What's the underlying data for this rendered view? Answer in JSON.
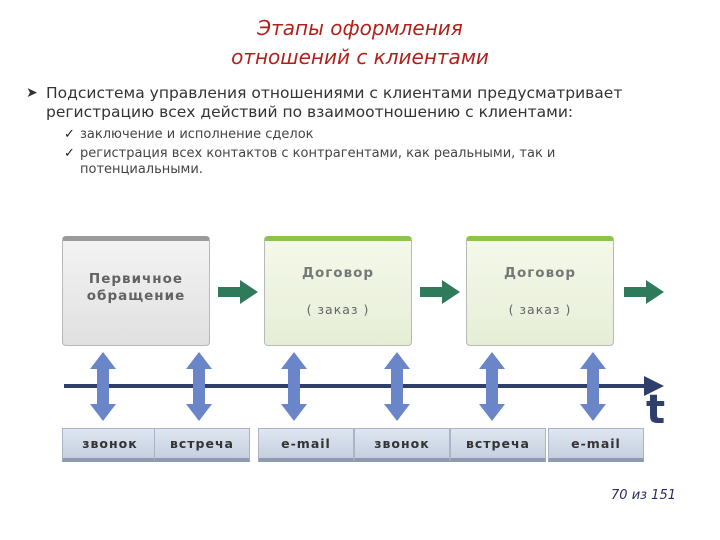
{
  "title": {
    "line1": "Этапы оформления",
    "line2": "отношений с клиентами"
  },
  "intro": {
    "bullet_icon": "arrow-bullet-icon",
    "text": "Подсистема управления отношениями с клиентами предусматривает регистрацию всех действий по взаимоотношению с клиентами:"
  },
  "checklist": [
    "заключение и исполнение сделок",
    "регистрация всех контактов с контрагентами, как реальными, так и потенциальными."
  ],
  "stages": [
    {
      "name_line1": "Первичное",
      "name_line2": "обращение",
      "sub": ""
    },
    {
      "name_line1": "Договор",
      "name_line2": "",
      "sub": "( заказ )"
    },
    {
      "name_line1": "Договор",
      "name_line2": "",
      "sub": "( заказ )"
    }
  ],
  "contacts": [
    "звонок",
    "встреча",
    "e-mail",
    "звонок",
    "встреча",
    "e-mail"
  ],
  "timeline_label": "t",
  "footer": {
    "page": "70 из 151"
  },
  "colors": {
    "title": "#b0211c",
    "stage_arrow": "#2f7a5a",
    "timeline": "#2e3f6e",
    "vertical_arrow": "#6a86c8"
  }
}
